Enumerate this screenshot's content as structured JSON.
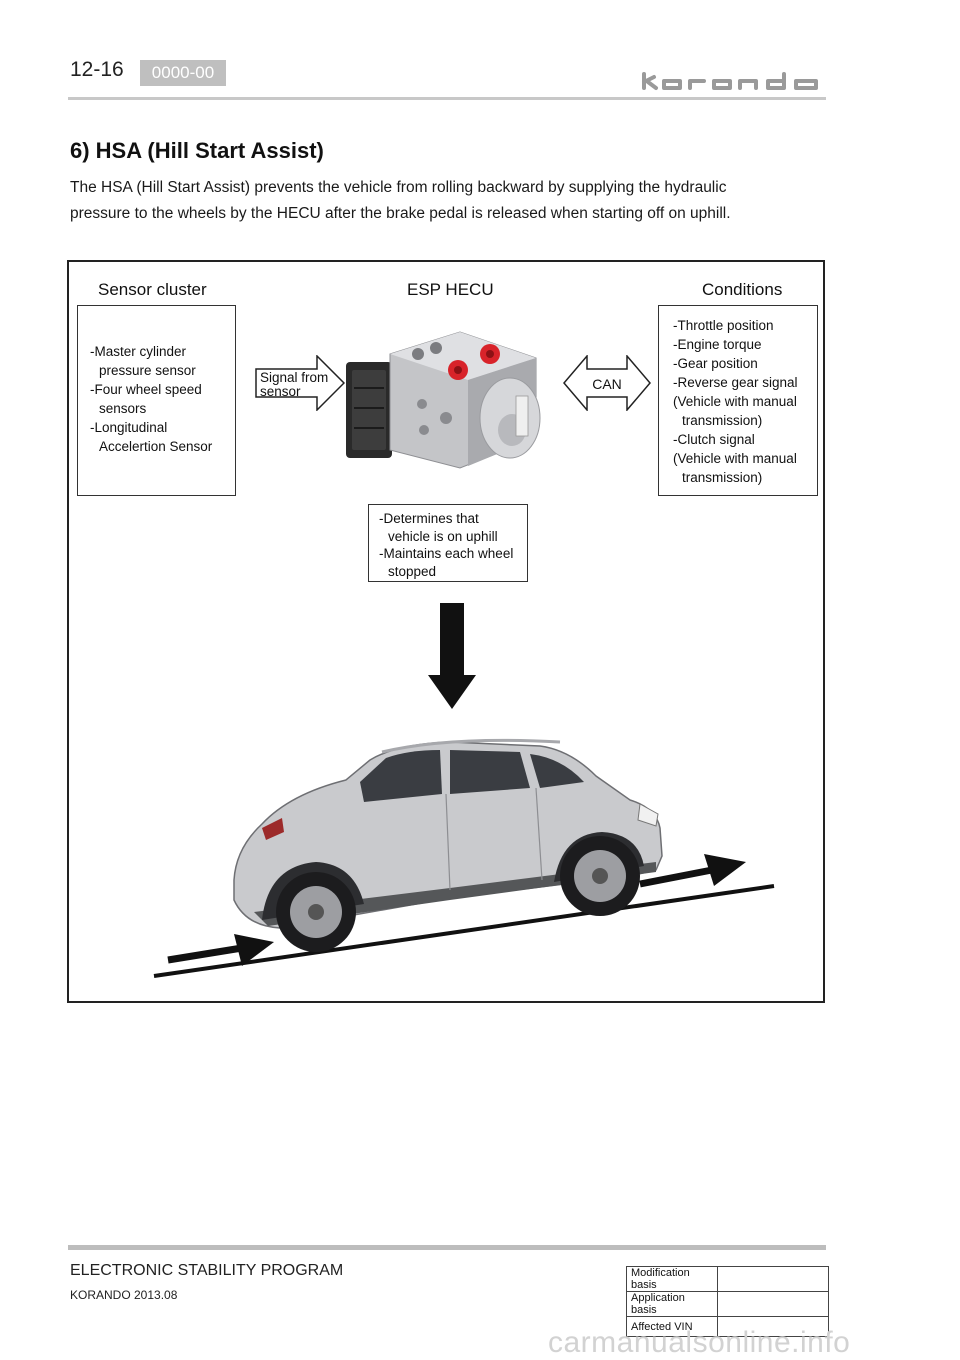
{
  "header": {
    "page_number": "12-16",
    "code_badge": "0000-00",
    "brand": "korando"
  },
  "section": {
    "title": "6) HSA (Hill Start Assist)",
    "intro_line1": "The HSA (Hill Start Assist) prevents the vehicle from rolling backward by supplying the hydraulic",
    "intro_line2": "pressure to the wheels by the HECU after the brake pedal is released when starting off on uphill."
  },
  "diagram": {
    "col_sensor": "Sensor cluster",
    "col_esp": "ESP HECU",
    "col_conditions": "Conditions",
    "sensor_items": [
      {
        "text": "-Master cylinder",
        "indent": false
      },
      {
        "text": "pressure sensor",
        "indent": true
      },
      {
        "text": "-Four wheel speed",
        "indent": false
      },
      {
        "text": "sensors",
        "indent": true
      },
      {
        "text": "-Longitudinal",
        "indent": false
      },
      {
        "text": "Accelertion Sensor",
        "indent": true
      }
    ],
    "signal_arrow_line1": "Signal from",
    "signal_arrow_line2": "sensor",
    "can_label": "CAN",
    "condition_items": [
      {
        "text": "-Throttle position",
        "indent": false
      },
      {
        "text": "-Engine torque",
        "indent": false
      },
      {
        "text": "-Gear position",
        "indent": false
      },
      {
        "text": "-Reverse gear signal",
        "indent": false
      },
      {
        "text": "(Vehicle with manual",
        "indent": false
      },
      {
        "text": "transmission)",
        "indent": true
      },
      {
        "text": "-Clutch signal",
        "indent": false
      },
      {
        "text": "(Vehicle with manual",
        "indent": false
      },
      {
        "text": "transmission)",
        "indent": true
      }
    ],
    "hecu_items": [
      {
        "text": "-Determines that",
        "indent": false
      },
      {
        "text": "vehicle is on uphill",
        "indent": true
      },
      {
        "text": "-Maintains each wheel",
        "indent": false
      },
      {
        "text": "stopped",
        "indent": true
      }
    ]
  },
  "footer": {
    "title": "ELECTRONIC STABILITY PROGRAM",
    "model": "KORANDO 2013.08",
    "basis_rows": [
      {
        "label": "Modification basis",
        "value": ""
      },
      {
        "label": "Application basis",
        "value": ""
      },
      {
        "label": "Affected VIN",
        "value": ""
      }
    ],
    "watermark": "carmanualsonline.info"
  },
  "colors": {
    "accent_red": "#d8232a",
    "frame": "#222222",
    "rule_gray": "#c8c8c8",
    "car_silver": "#c9cacd"
  }
}
